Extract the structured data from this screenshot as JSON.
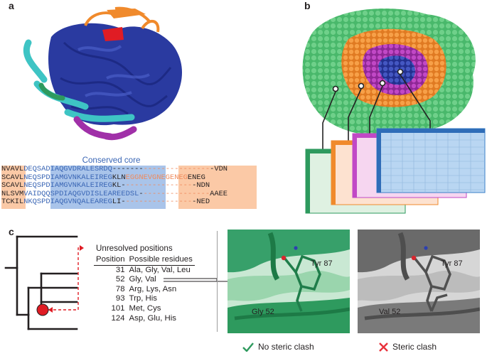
{
  "panels": {
    "a": "a",
    "b": "b",
    "c": "c"
  },
  "alignment": {
    "core_label": "Conserved core",
    "rows": [
      {
        "segments": [
          {
            "t": "NVAVL",
            "h": "orange"
          },
          {
            "t": "DEQSADIAQGVDRALESRDQ",
            "h": "blue",
            "c": "blue"
          },
          {
            "t": "-------",
            "h": ""
          },
          {
            "t": "---------------",
            "h": "orange",
            "c": "orange"
          },
          {
            "t": "-VDN",
            "h": ""
          }
        ]
      },
      {
        "segments": [
          {
            "t": "SCAVL",
            "h": "orange"
          },
          {
            "t": "NEQSPDIAMGVNKALEIREG",
            "h": "blue",
            "c": "blue"
          },
          {
            "t": "KLN",
            "h": ""
          },
          {
            "t": "EGGNEVGNEGENEG",
            "h": "orange",
            "c": "orange"
          },
          {
            "t": "ENEG",
            "h": ""
          }
        ]
      },
      {
        "segments": [
          {
            "t": "SCAVL",
            "h": "orange"
          },
          {
            "t": "NEQSPDIAMGVNKALEIREG",
            "h": "blue",
            "c": "blue"
          },
          {
            "t": "KL-",
            "h": ""
          },
          {
            "t": "---------------",
            "h": "orange",
            "c": "orange"
          },
          {
            "t": "-NDN",
            "h": ""
          }
        ]
      },
      {
        "segments": [
          {
            "t": "NLSVM",
            "h": "orange"
          },
          {
            "t": "VAIDQQSPDIAQGVDISLEAREEDSL",
            "h": "blue",
            "c": "blue"
          },
          {
            "t": "-",
            "h": ""
          },
          {
            "t": "---------------",
            "h": "orange",
            "c": "orange"
          },
          {
            "t": "AAEE",
            "h": ""
          }
        ]
      },
      {
        "segments": [
          {
            "t": "TCKIL",
            "h": "orange"
          },
          {
            "t": "NKQSPDIAQGVNQALEAREG",
            "h": "blue",
            "c": "blue"
          },
          {
            "t": "LI-",
            "h": ""
          },
          {
            "t": "---------------",
            "h": "orange",
            "c": "orange"
          },
          {
            "t": "-NED",
            "h": ""
          }
        ]
      }
    ]
  },
  "residue_table": {
    "title": "Unresolved positions",
    "col_position": "Position",
    "col_residues": "Possible residues",
    "rows": [
      {
        "pos": "31",
        "res": "Ala, Gly, Val, Leu"
      },
      {
        "pos": "52",
        "res": "Gly, Val"
      },
      {
        "pos": "78",
        "res": "Arg, Lys, Asn"
      },
      {
        "pos": "93",
        "res": "Trp, His"
      },
      {
        "pos": "101",
        "res": "Met, Cys"
      },
      {
        "pos": "124",
        "res": "Asp, Glu, His"
      }
    ]
  },
  "structures": {
    "left": {
      "residue_top": "Tyr 87",
      "residue_bottom": "Gly 52",
      "verdict": "No steric clash",
      "verdict_icon": "check-icon",
      "color": "#2e9a5e"
    },
    "right": {
      "residue_top": "Tyr 87",
      "residue_bottom": "Val 52",
      "verdict": "Steric clash",
      "verdict_icon": "cross-icon",
      "color": "#e8303a"
    }
  },
  "colors": {
    "blue": "#2a3aa0",
    "cyan": "#3ec4c4",
    "orange": "#f08a2c",
    "magenta": "#a030a8",
    "red": "#e01c24",
    "green": "#49b86b"
  }
}
